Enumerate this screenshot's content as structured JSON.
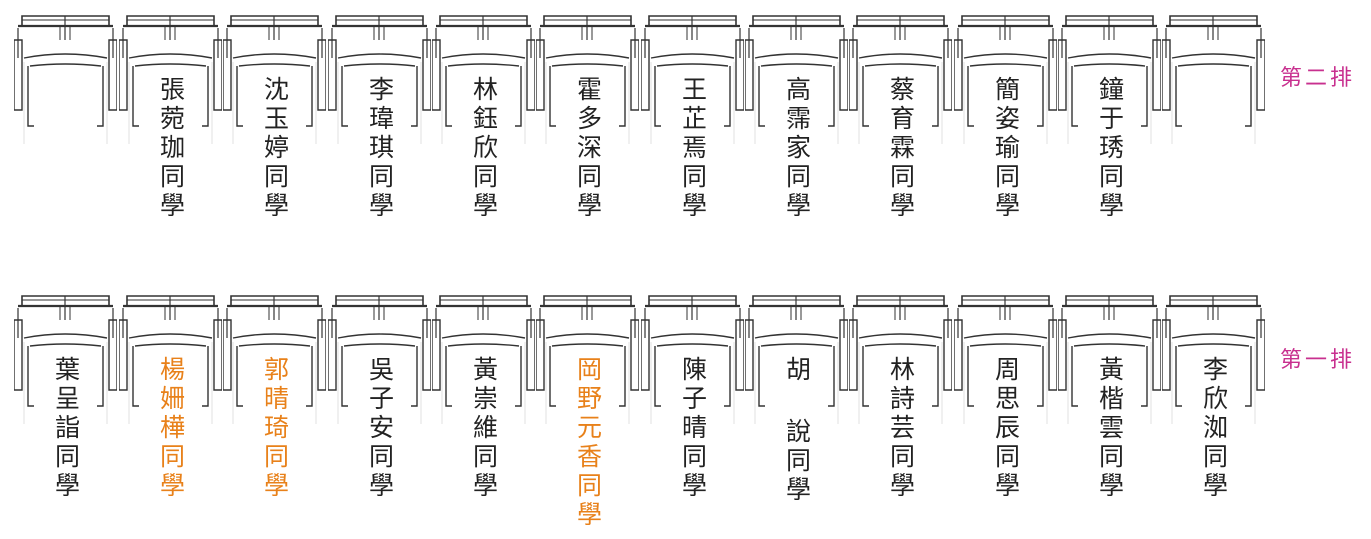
{
  "colors": {
    "text": "#222222",
    "highlight": "#e8811a",
    "row_label": "#c8308f",
    "seat_line": "#333333"
  },
  "rows": [
    {
      "label": "第二排",
      "seats": [
        {
          "name": "",
          "highlight": false
        },
        {
          "name": "張菀珈同學",
          "highlight": false
        },
        {
          "name": "沈玉婷同學",
          "highlight": false
        },
        {
          "name": "李瑋琪同學",
          "highlight": false
        },
        {
          "name": "林鈺欣同學",
          "highlight": false
        },
        {
          "name": "霍多深同學",
          "highlight": false
        },
        {
          "name": "王芷焉同學",
          "highlight": false
        },
        {
          "name": "高霈家同學",
          "highlight": false
        },
        {
          "name": "蔡育霖同學",
          "highlight": false
        },
        {
          "name": "簡姿瑜同學",
          "highlight": false
        },
        {
          "name": "鐘于琇同學",
          "highlight": false
        },
        {
          "name": "",
          "highlight": false
        }
      ]
    },
    {
      "label": "第一排",
      "seats": [
        {
          "name": "葉呈詣同學",
          "highlight": false
        },
        {
          "name": "楊姍樺同學",
          "highlight": true
        },
        {
          "name": "郭晴琦同學",
          "highlight": true
        },
        {
          "name": "吳子安同學",
          "highlight": false
        },
        {
          "name": "黃崇維同學",
          "highlight": false
        },
        {
          "name": "岡野元香同學",
          "highlight": true
        },
        {
          "name": "陳子晴同學",
          "highlight": false
        },
        {
          "name": "胡 說同學",
          "highlight": false
        },
        {
          "name": "林詩芸同學",
          "highlight": false
        },
        {
          "name": "周思辰同學",
          "highlight": false
        },
        {
          "name": "黃楷雲同學",
          "highlight": false
        },
        {
          "name": "李欣洳同學",
          "highlight": false
        }
      ]
    }
  ]
}
